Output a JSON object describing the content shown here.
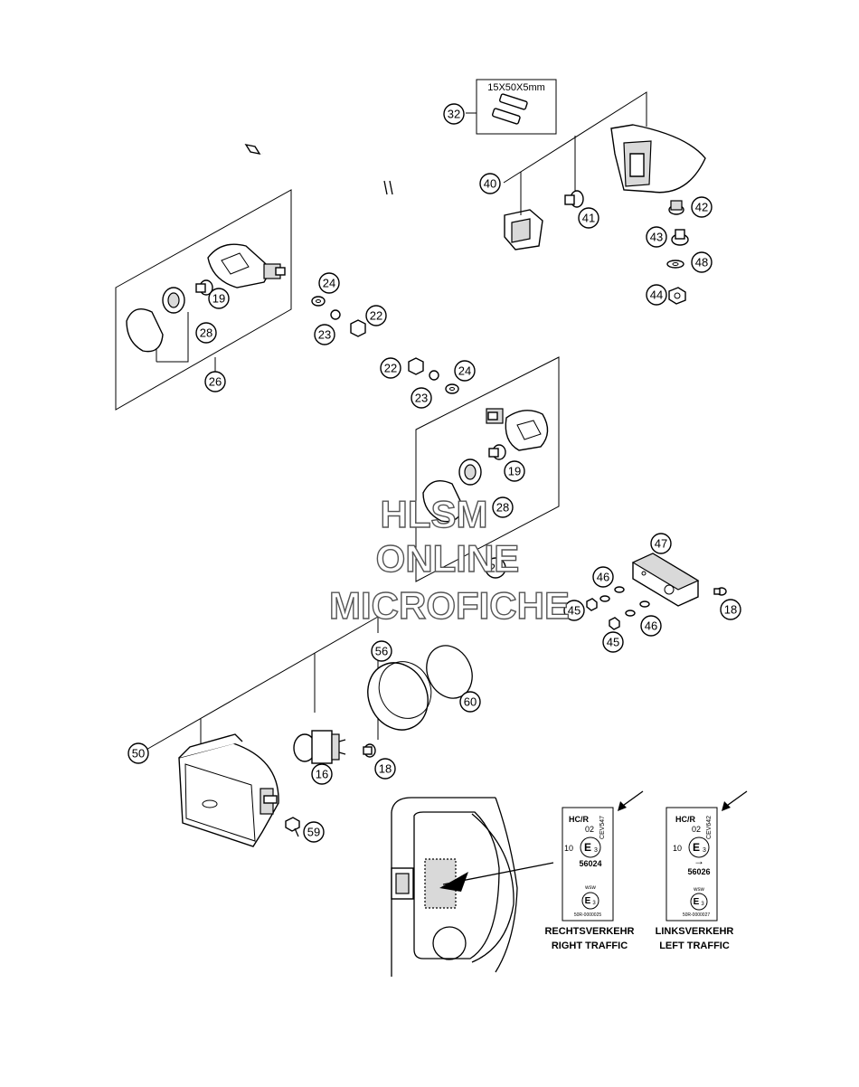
{
  "watermark": {
    "line1": "HLSM",
    "line2": "ONLINE",
    "line3": "MICROFICHE"
  },
  "spec_label": "15X50X5mm",
  "callouts": [
    {
      "id": "c32",
      "label": "32"
    },
    {
      "id": "c40",
      "label": "40"
    },
    {
      "id": "c41",
      "label": "41"
    },
    {
      "id": "c42",
      "label": "42"
    },
    {
      "id": "c43",
      "label": "43"
    },
    {
      "id": "c48",
      "label": "48"
    },
    {
      "id": "c44",
      "label": "44"
    },
    {
      "id": "c24a",
      "label": "24"
    },
    {
      "id": "c22a",
      "label": "22"
    },
    {
      "id": "c23a",
      "label": "23"
    },
    {
      "id": "c19a",
      "label": "19"
    },
    {
      "id": "c28a",
      "label": "28"
    },
    {
      "id": "c26",
      "label": "26"
    },
    {
      "id": "c22b",
      "label": "22"
    },
    {
      "id": "c24b",
      "label": "24"
    },
    {
      "id": "c23b",
      "label": "23"
    },
    {
      "id": "c19b",
      "label": "19"
    },
    {
      "id": "c28b",
      "label": "28"
    },
    {
      "id": "c25",
      "label": "25"
    },
    {
      "id": "c47",
      "label": "47"
    },
    {
      "id": "c46a",
      "label": "46"
    },
    {
      "id": "c45a",
      "label": "45"
    },
    {
      "id": "c46b",
      "label": "46"
    },
    {
      "id": "c45b",
      "label": "45"
    },
    {
      "id": "c18a",
      "label": "18"
    },
    {
      "id": "c56",
      "label": "56"
    },
    {
      "id": "c60",
      "label": "60"
    },
    {
      "id": "c50",
      "label": "50"
    },
    {
      "id": "c16",
      "label": "16"
    },
    {
      "id": "c18b",
      "label": "18"
    },
    {
      "id": "c59",
      "label": "59"
    }
  ],
  "labels": {
    "right": {
      "code_side": "CEV547",
      "hcr": "HC/R",
      "num02": "02",
      "num10": "10",
      "emark": "E",
      "emark_sub": "3",
      "number": "56024",
      "wsw": "wsw",
      "emark2": "E",
      "emark2_sub": "3",
      "small_code": "50R-0000025",
      "caption_de": "RECHTSVERKEHR",
      "caption_en": "RIGHT TRAFFIC"
    },
    "left": {
      "code_side": "CEV642",
      "hcr": "HC/R",
      "num02": "02",
      "num10": "10",
      "emark": "E",
      "emark_sub": "3",
      "arrow": "→",
      "number": "56026",
      "wsw": "wsw",
      "emark2": "E",
      "emark2_sub": "3",
      "small_code": "50R-0000027",
      "caption_de": "LINKSVERKEHR",
      "caption_en": "LEFT TRAFFIC"
    }
  }
}
